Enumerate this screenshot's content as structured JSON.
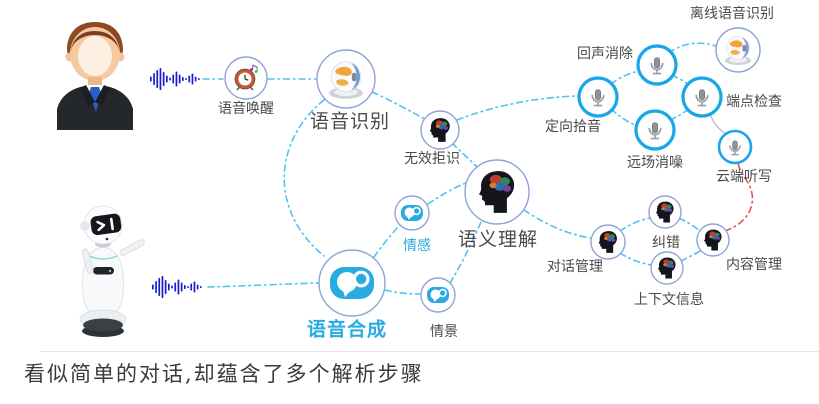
{
  "caption": "看似简单的对话,却蕴含了多个解析步骤",
  "colors": {
    "accent_blue": "#29abe2",
    "connector_blue": "#4fc3f2",
    "connector_red": "#e8524e",
    "mic_ring_blue": "#18a6e8",
    "node_ring_thin": "#8fa3d8",
    "label_dark": "#4a4a4a",
    "waveform_blue": "#1a1ad0"
  },
  "actors": [
    {
      "id": "human",
      "icon": "businessman-avatar"
    },
    {
      "id": "robot",
      "icon": "service-robot-avatar"
    }
  ],
  "diagram": {
    "nodes": [
      {
        "id": "voice-wakeup",
        "label": "语音唤醒",
        "icon": "alarm-clock-icon"
      },
      {
        "id": "speech-recognition",
        "label": "语音识别",
        "icon": "globe-mic-icon"
      },
      {
        "id": "invalid-rejection",
        "label": "无效拒识",
        "icon": "brain-head-icon"
      },
      {
        "id": "semantic-understanding",
        "label": "语义理解",
        "icon": "brain-head-icon"
      },
      {
        "id": "emotion",
        "label": "情感",
        "icon": "chat-bubbles-icon"
      },
      {
        "id": "scene-context",
        "label": "情景",
        "icon": "chat-bubbles-icon"
      },
      {
        "id": "speech-synthesis",
        "label": "语音合成",
        "icon": "chat-bubbles-icon"
      },
      {
        "id": "directional-pickup",
        "label": "定向拾音",
        "icon": "microphone-icon"
      },
      {
        "id": "echo-cancellation",
        "label": "回声消除",
        "icon": "microphone-icon"
      },
      {
        "id": "far-field-denoising",
        "label": "远场消噪",
        "icon": "microphone-icon"
      },
      {
        "id": "endpoint-check",
        "label": "端点检查",
        "icon": "microphone-icon"
      },
      {
        "id": "cloud-dictation",
        "label": "云端听写",
        "icon": "microphone-icon"
      },
      {
        "id": "offline-speech-recognition",
        "label": "离线语音识别",
        "icon": "globe-mic-icon"
      },
      {
        "id": "dialogue-management",
        "label": "对话管理",
        "icon": "brain-head-icon"
      },
      {
        "id": "error-correction",
        "label": "纠错",
        "icon": "brain-head-icon"
      },
      {
        "id": "context-information",
        "label": "上下文信息",
        "icon": "brain-head-icon"
      },
      {
        "id": "content-management",
        "label": "内容管理",
        "icon": "brain-head-icon"
      }
    ],
    "connections": [
      {
        "from": "human",
        "to": "voice-wakeup",
        "style": "blue-dash-dot"
      },
      {
        "from": "voice-wakeup",
        "to": "speech-recognition",
        "style": "blue-dash-dot"
      },
      {
        "from": "speech-recognition",
        "to": "invalid-rejection",
        "style": "blue-dash-dot"
      },
      {
        "from": "invalid-rejection",
        "to": "directional-pickup",
        "style": "blue-dash-dot"
      },
      {
        "from": "invalid-rejection",
        "to": "semantic-understanding",
        "style": "blue-dash-dot"
      },
      {
        "from": "speech-recognition",
        "to": "speech-synthesis",
        "style": "blue-dash-dot"
      },
      {
        "from": "robot",
        "to": "speech-synthesis",
        "style": "blue-dash-dot"
      },
      {
        "from": "speech-synthesis",
        "to": "emotion",
        "style": "blue-dash-dot"
      },
      {
        "from": "emotion",
        "to": "semantic-understanding",
        "style": "blue-dash-dot"
      },
      {
        "from": "speech-synthesis",
        "to": "scene-context",
        "style": "blue-dash-dot"
      },
      {
        "from": "scene-context",
        "to": "semantic-understanding",
        "style": "blue-dash-dot"
      },
      {
        "from": "semantic-understanding",
        "to": "dialogue-management",
        "style": "blue-dash-dot"
      },
      {
        "from": "dialogue-management",
        "to": "error-correction",
        "style": "blue-dash-dot"
      },
      {
        "from": "error-correction",
        "to": "content-management",
        "style": "blue-dash-dot"
      },
      {
        "from": "dialogue-management",
        "to": "context-information",
        "style": "blue-dash-dot"
      },
      {
        "from": "context-information",
        "to": "content-management",
        "style": "blue-dash-dot"
      },
      {
        "from": "directional-pickup",
        "to": "echo-cancellation",
        "style": "blue-dash-dot"
      },
      {
        "from": "echo-cancellation",
        "to": "endpoint-check",
        "style": "blue-dash-dot"
      },
      {
        "from": "directional-pickup",
        "to": "far-field-denoising",
        "style": "blue-dash-dot"
      },
      {
        "from": "far-field-denoising",
        "to": "endpoint-check",
        "style": "blue-dash-dot"
      },
      {
        "from": "echo-cancellation",
        "to": "offline-speech-recognition",
        "style": "blue-dash-dot"
      },
      {
        "from": "endpoint-check",
        "to": "cloud-dictation",
        "style": "solid-gray"
      },
      {
        "from": "content-management",
        "to": "cloud-dictation",
        "style": "red-dash-dot"
      }
    ]
  }
}
